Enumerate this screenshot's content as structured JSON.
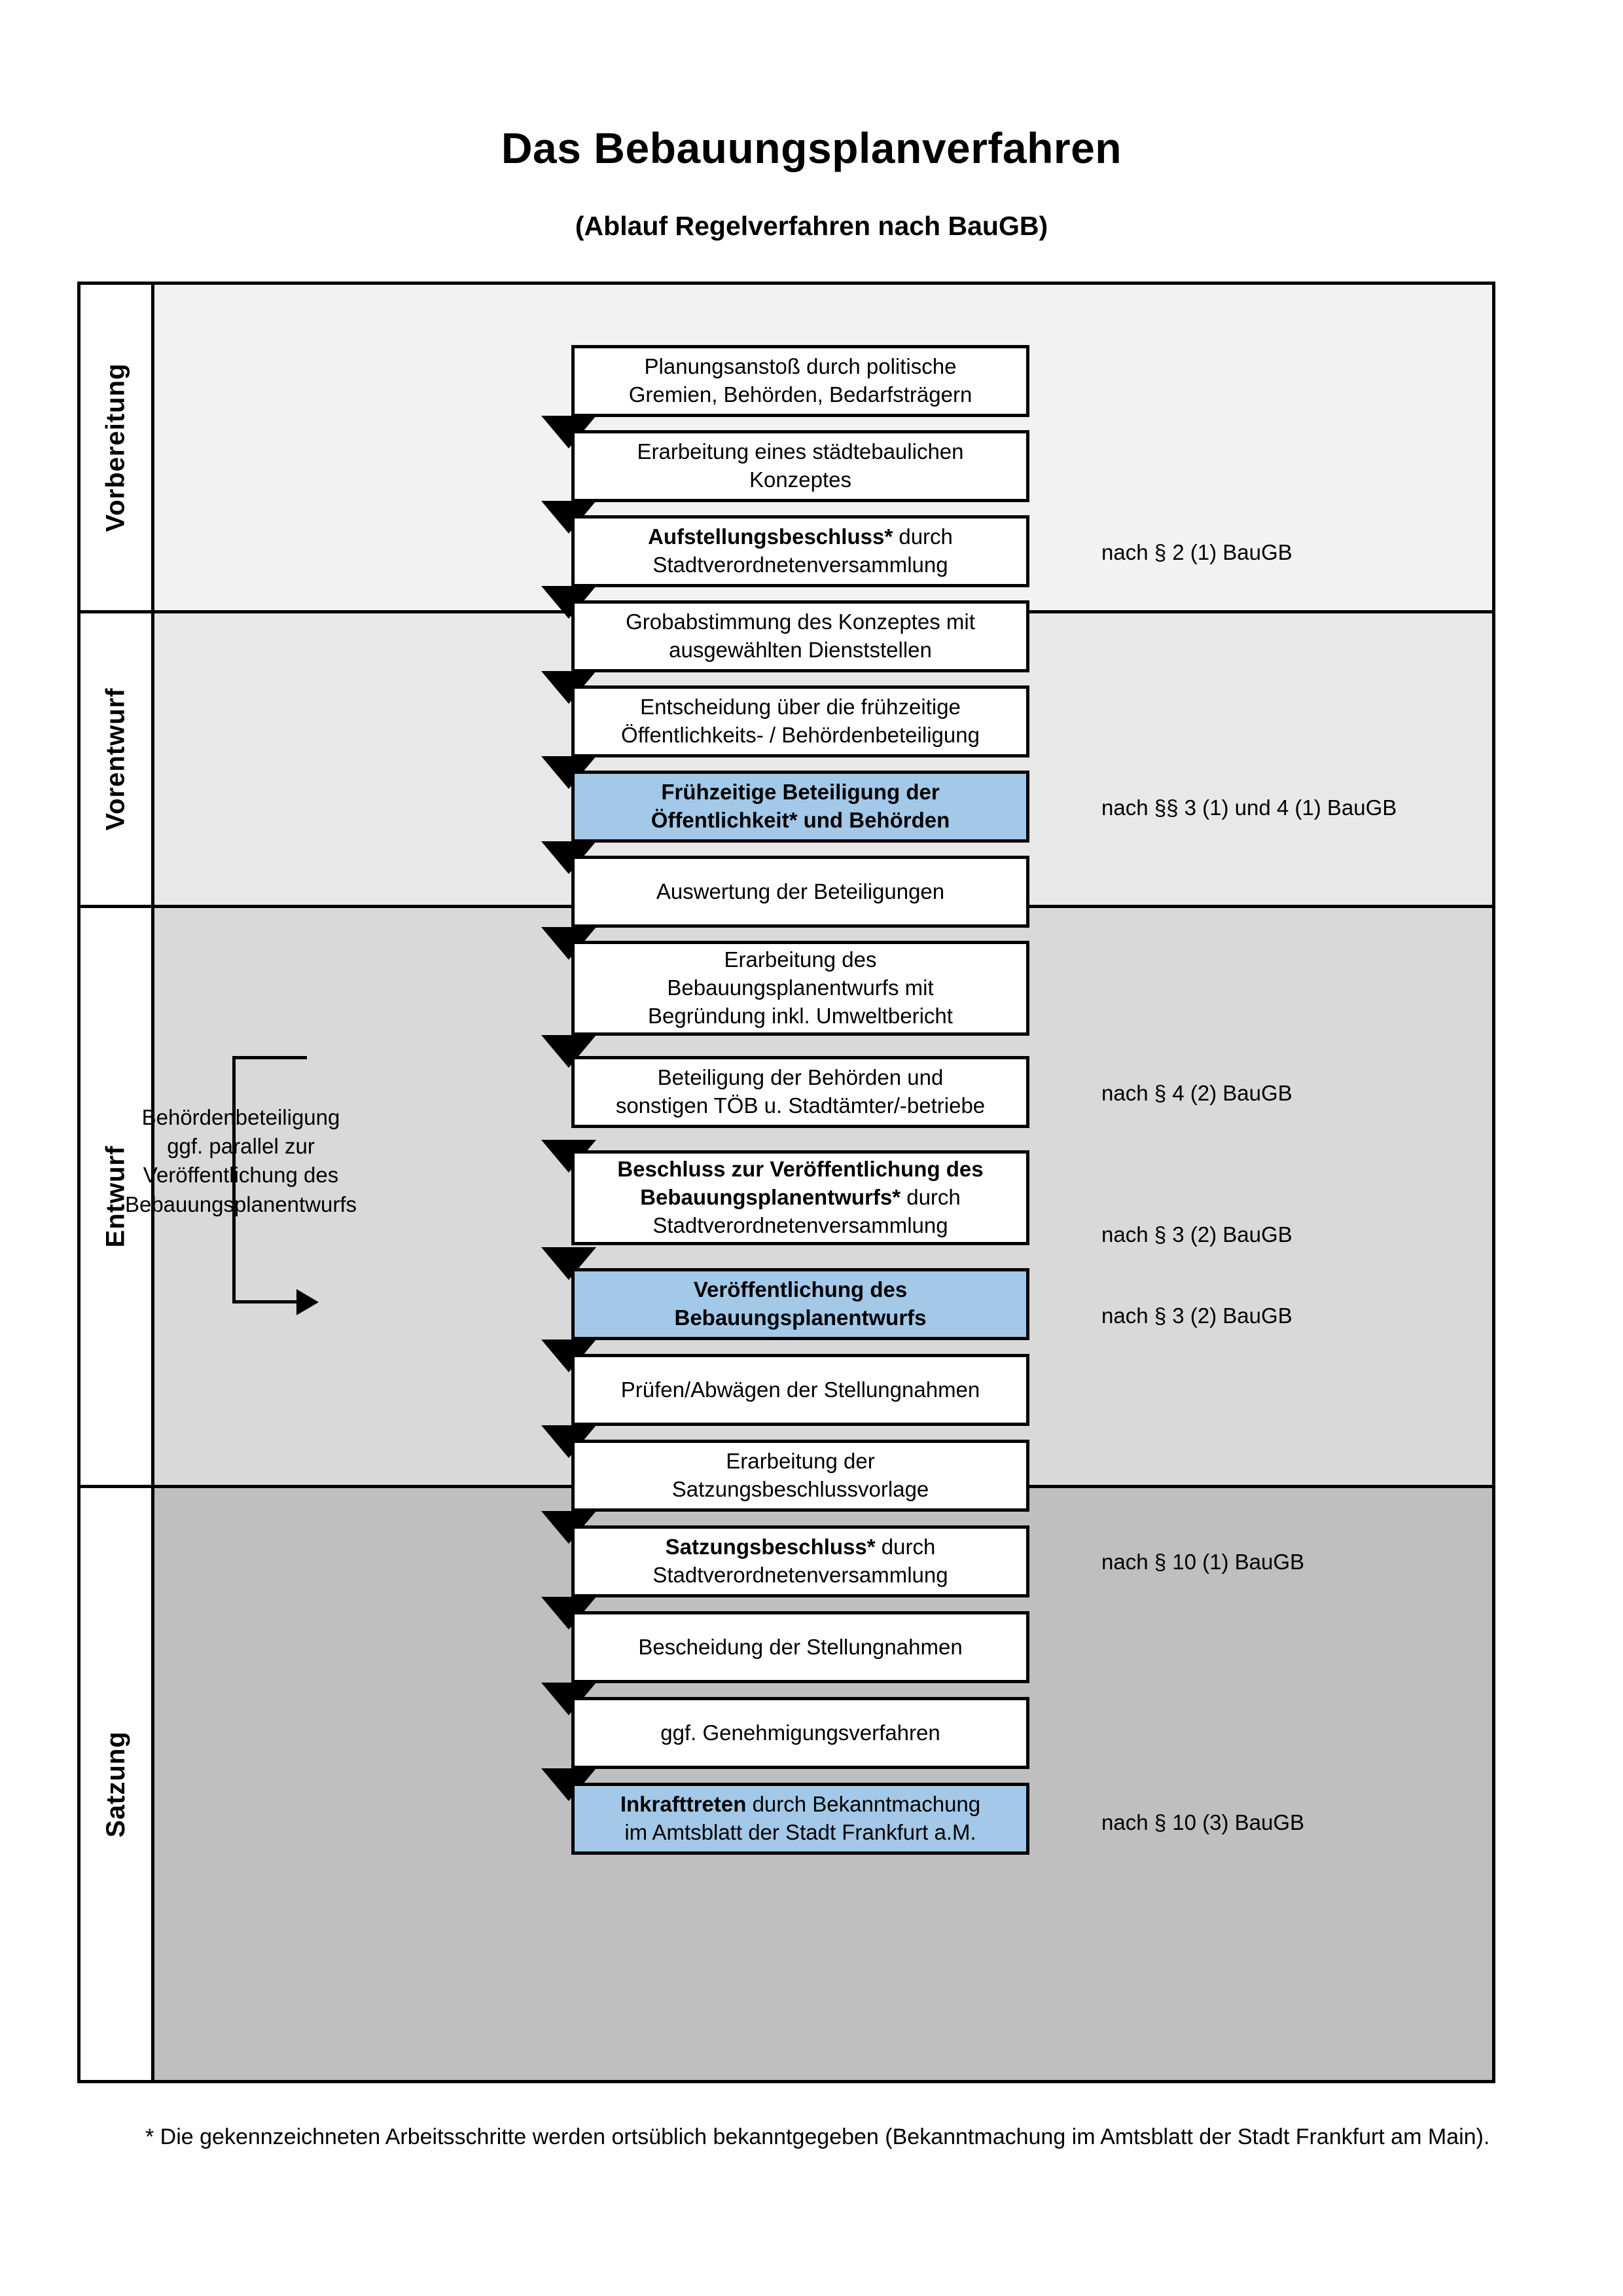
{
  "header": {
    "title": "Das Bebauungsplanverfahren",
    "subtitle": "(Ablauf Regelverfahren nach BauGB)"
  },
  "colors": {
    "highlight_box": "#a3c8e8",
    "section_vorbereitung": "#f2f2f2",
    "section_vorentwurf": "#e8e8e8",
    "section_entwurf": "#d9d9d9",
    "section_satzung": "#bfbfbf",
    "border": "#000000"
  },
  "phases": [
    {
      "label": "Vorbereitung"
    },
    {
      "label": "Vorentwurf"
    },
    {
      "label": "Entwurf"
    },
    {
      "label": "Satzung"
    }
  ],
  "steps": [
    {
      "id": "planungsanstoss",
      "phase": "Vorbereitung",
      "highlighted": false,
      "lines": [
        {
          "text": "Planungsanstoß durch politische",
          "bold": false
        },
        {
          "text": "Gremien, Behörden, Bedarfsträgern",
          "bold": false
        }
      ]
    },
    {
      "id": "staedtebauliches-konzept",
      "phase": "Vorbereitung",
      "highlighted": false,
      "lines": [
        {
          "text": "Erarbeitung eines städtebaulichen",
          "bold": false
        },
        {
          "text": "Konzeptes",
          "bold": false
        }
      ]
    },
    {
      "id": "aufstellungsbeschluss",
      "phase": "Vorbereitung",
      "highlighted": false,
      "lines": [
        {
          "text": "Aufstellungsbeschluss*",
          "bold": true
        },
        {
          "text": " durch",
          "bold": false
        },
        {
          "text": "Stadtverordnetenversammlung",
          "bold": false
        }
      ]
    },
    {
      "id": "grobabstimmung",
      "phase": "Vorentwurf",
      "highlighted": false,
      "lines": [
        {
          "text": "Grobabstimmung des Konzeptes mit",
          "bold": false
        },
        {
          "text": "ausgewählten Dienststellen",
          "bold": false
        }
      ]
    },
    {
      "id": "entscheidung-fruehzeitige-beteiligung",
      "phase": "Vorentwurf",
      "highlighted": false,
      "lines": [
        {
          "text": "Entscheidung über die frühzeitige",
          "bold": false
        },
        {
          "text": "Öffentlichkeits- / Behördenbeteiligung",
          "bold": false
        }
      ]
    },
    {
      "id": "fruehzeitige-beteiligung",
      "phase": "Vorentwurf",
      "highlighted": true,
      "lines": [
        {
          "text": "Frühzeitige Beteiligung der",
          "bold": true
        },
        {
          "text": "Öffentlichkeit* und Behörden",
          "bold": true
        }
      ]
    },
    {
      "id": "auswertung-beteiligungen",
      "phase": "Entwurf",
      "highlighted": false,
      "lines": [
        {
          "text": "Auswertung der Beteiligungen",
          "bold": false
        }
      ]
    },
    {
      "id": "erarbeitung-bplanentwurf",
      "phase": "Entwurf",
      "highlighted": false,
      "lines": [
        {
          "text": "Erarbeitung des",
          "bold": false
        },
        {
          "text": "Bebauungsplanentwurfs mit",
          "bold": false
        },
        {
          "text": "Begründung inkl. Umweltbericht",
          "bold": false
        }
      ]
    },
    {
      "id": "beteiligung-behoerden-toeb",
      "phase": "Entwurf",
      "highlighted": false,
      "lines": [
        {
          "text": "Beteiligung der Behörden und",
          "bold": false
        },
        {
          "text": "sonstigen TÖB u. Stadtämter/-betriebe",
          "bold": false
        }
      ]
    },
    {
      "id": "beschluss-veroeffentlichung",
      "phase": "Entwurf",
      "highlighted": false,
      "lines": [
        {
          "text": "Beschluss zur Veröffentlichung des",
          "bold": true
        },
        {
          "text": "Bebauungsplanentwurfs*",
          "bold": true
        },
        {
          "text": " durch",
          "bold": false
        },
        {
          "text": "Stadtverordnetenversammlung",
          "bold": false
        }
      ]
    },
    {
      "id": "veroeffentlichung-bplanentwurf",
      "phase": "Entwurf",
      "highlighted": true,
      "lines": [
        {
          "text": "Veröffentlichung des",
          "bold": true
        },
        {
          "text": "Bebauungsplanentwurfs",
          "bold": true
        }
      ]
    },
    {
      "id": "pruefen-abwaegen",
      "phase": "Satzung",
      "highlighted": false,
      "lines": [
        {
          "text": "Prüfen/Abwägen der Stellungnahmen",
          "bold": false
        }
      ]
    },
    {
      "id": "erarbeitung-satzungsbeschlussvorlage",
      "phase": "Satzung",
      "highlighted": false,
      "lines": [
        {
          "text": "Erarbeitung der",
          "bold": false
        },
        {
          "text": "Satzungsbeschlussvorlage",
          "bold": false
        }
      ]
    },
    {
      "id": "satzungsbeschluss",
      "phase": "Satzung",
      "highlighted": false,
      "lines": [
        {
          "text": "Satzungsbeschluss*",
          "bold": true
        },
        {
          "text": " durch",
          "bold": false
        },
        {
          "text": "Stadtverordnetenversammlung",
          "bold": false
        }
      ]
    },
    {
      "id": "bescheidung-stellungnahmen",
      "phase": "Satzung",
      "highlighted": false,
      "lines": [
        {
          "text": "Bescheidung der Stellungnahmen",
          "bold": false
        }
      ]
    },
    {
      "id": "genehmigungsverfahren",
      "phase": "Satzung",
      "highlighted": false,
      "lines": [
        {
          "text": "ggf. Genehmigungsverfahren",
          "bold": false
        }
      ]
    },
    {
      "id": "inkrafttreten",
      "phase": "Satzung",
      "highlighted": true,
      "lines": [
        {
          "text": "Inkrafttreten",
          "bold": true
        },
        {
          "text": " durch Bekanntmachung",
          "bold": false
        },
        {
          "text": "im Amtsblatt der Stadt Frankfurt a.M.",
          "bold": false
        }
      ]
    }
  ],
  "legal_refs": [
    {
      "id": "ref-aufstellungsbeschluss",
      "text": "nach § 2 (1) BauGB"
    },
    {
      "id": "ref-fruehzeitige-beteiligung",
      "text": "nach §§ 3 (1) und 4 (1) BauGB"
    },
    {
      "id": "ref-behoerdenbeteiligung",
      "text": "nach § 4 (2) BauGB"
    },
    {
      "id": "ref-beschluss-veroeffentlichung",
      "text": "nach § 3 (2) BauGB"
    },
    {
      "id": "ref-veroeffentlichung",
      "text": "nach § 3 (2) BauGB"
    },
    {
      "id": "ref-satzungsbeschluss",
      "text": "nach § 10 (1) BauGB"
    },
    {
      "id": "ref-inkrafttreten",
      "text": "nach § 10 (3) BauGB"
    }
  ],
  "side_note": {
    "lines": [
      "Behördenbeteiligung",
      "ggf. parallel zur",
      "Veröffentlichung des",
      "Bebauungsplanentwurfs"
    ]
  },
  "footnote": {
    "text": "* Die gekennzeichneten Arbeitsschritte werden ortsüblich bekanntgegeben (Bekanntmachung im Amtsblatt  der Stadt Frankfurt am Main)."
  }
}
